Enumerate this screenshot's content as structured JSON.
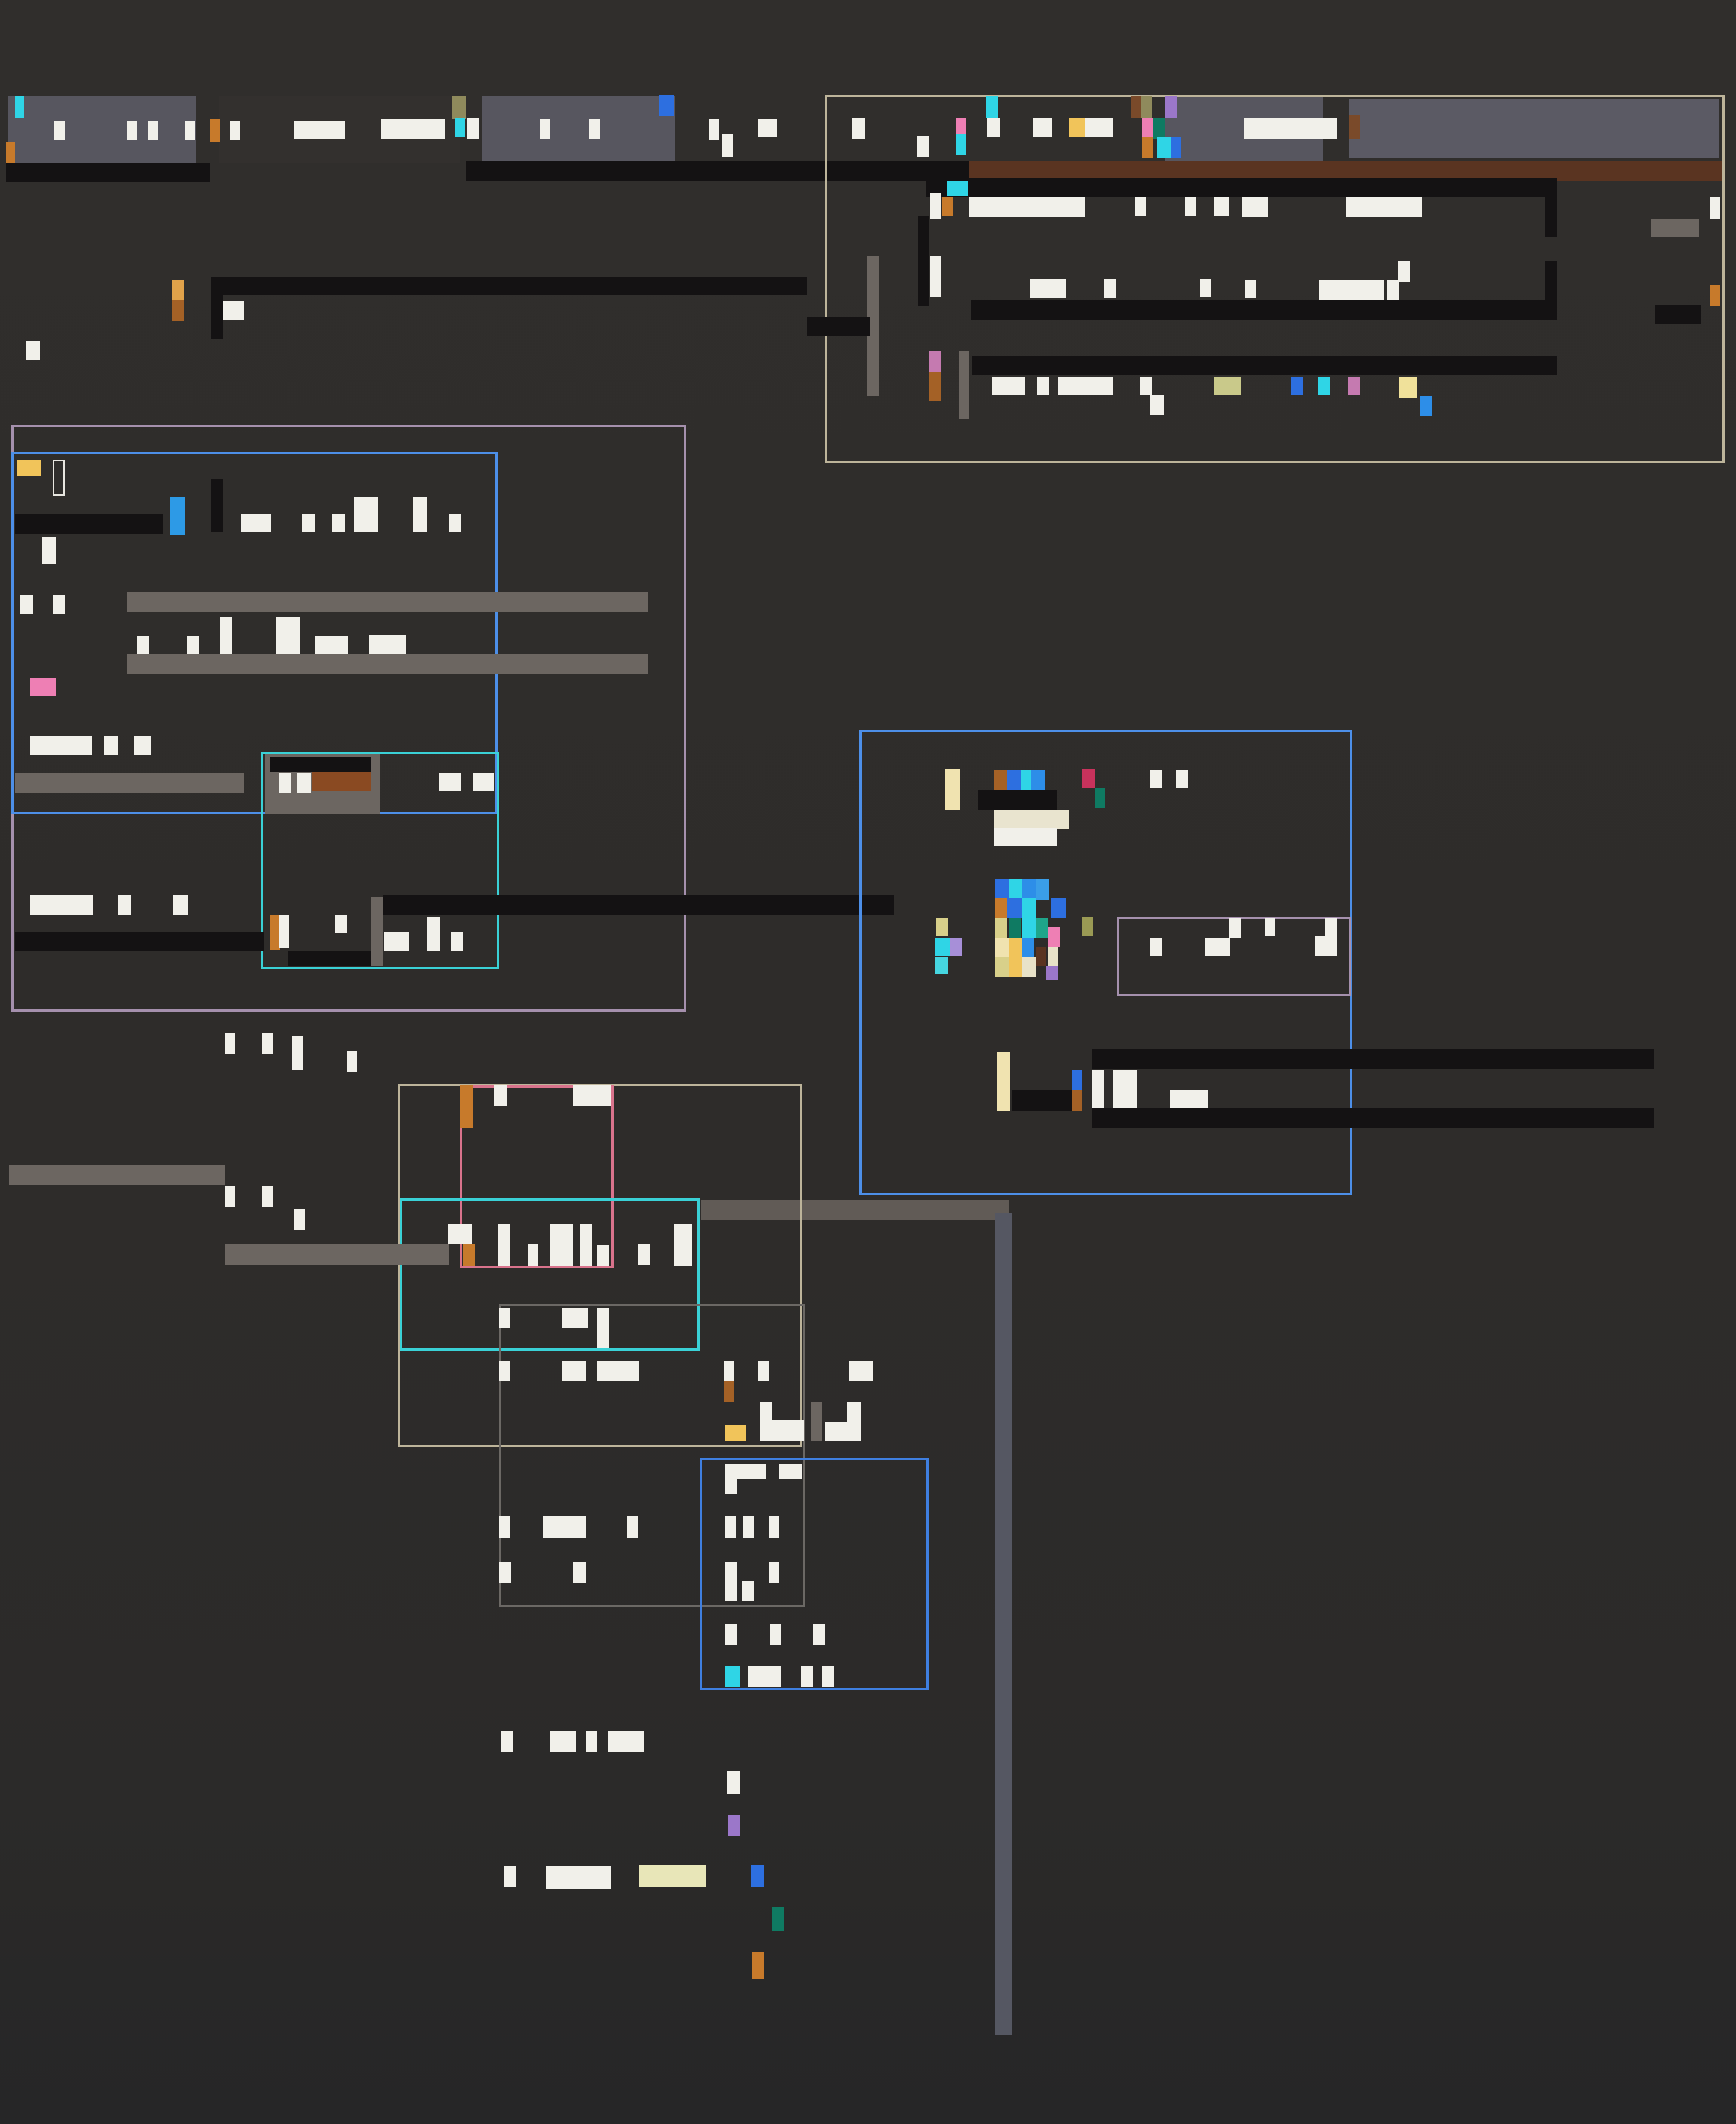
{
  "canvas": {
    "background": "#2f2d2b"
  },
  "palette": {
    "white": "#f1f0ea",
    "black": "#141213",
    "grey": "#6c6661",
    "slate": "#57565f",
    "brown": "#5a3421",
    "blue_frame": "#4d8fe8",
    "cyan_frame": "#3ad1d6",
    "pink_frame": "#d9738c",
    "beige_frame": "#bdb49a",
    "lavender_frame": "#a590ad",
    "accent_cyan": "#2fd5e6",
    "accent_blue": "#2d6fe0",
    "accent_orange": "#c77a2b",
    "accent_pink": "#ee7fb4",
    "accent_yellow": "#f1c45a",
    "accent_green": "#0f7a62",
    "accent_purple": "#9b77c9"
  },
  "regions": [
    "top-banner",
    "top-right-panel",
    "left-panel",
    "center-right-panel",
    "lower-cluster",
    "bottom-column"
  ]
}
